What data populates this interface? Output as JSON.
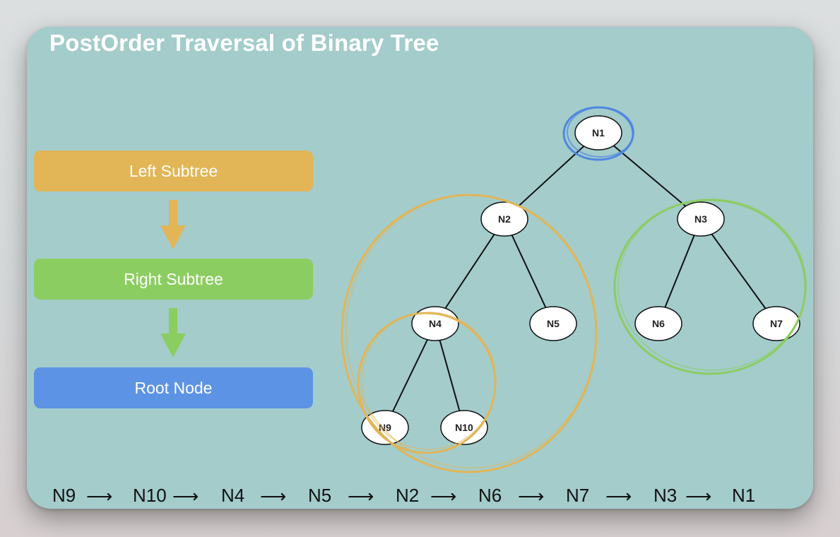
{
  "title": "PostOrder Traversal of Binary Tree",
  "steps": {
    "left": "Left Subtree",
    "right": "Right Subtree",
    "root": "Root Node"
  },
  "colors": {
    "card": "#a3cccb",
    "left": "#e2b556",
    "right": "#8ccd61",
    "root": "#5d93e5",
    "left_ring": "#e2b556",
    "right_ring": "#8ccd61",
    "root_ring": "#4f87e0"
  },
  "tree": {
    "nodes": {
      "n1": "N1",
      "n2": "N2",
      "n3": "N3",
      "n4": "N4",
      "n5": "N5",
      "n6": "N6",
      "n7": "N7",
      "n9": "N9",
      "n10": "N10"
    },
    "edges": [
      [
        "N1",
        "N2"
      ],
      [
        "N1",
        "N3"
      ],
      [
        "N2",
        "N4"
      ],
      [
        "N2",
        "N5"
      ],
      [
        "N3",
        "N6"
      ],
      [
        "N3",
        "N7"
      ],
      [
        "N4",
        "N9"
      ],
      [
        "N4",
        "N10"
      ]
    ]
  },
  "traversal": [
    "N9",
    "N10",
    "N4",
    "N5",
    "N2",
    "N6",
    "N7",
    "N3",
    "N1"
  ]
}
